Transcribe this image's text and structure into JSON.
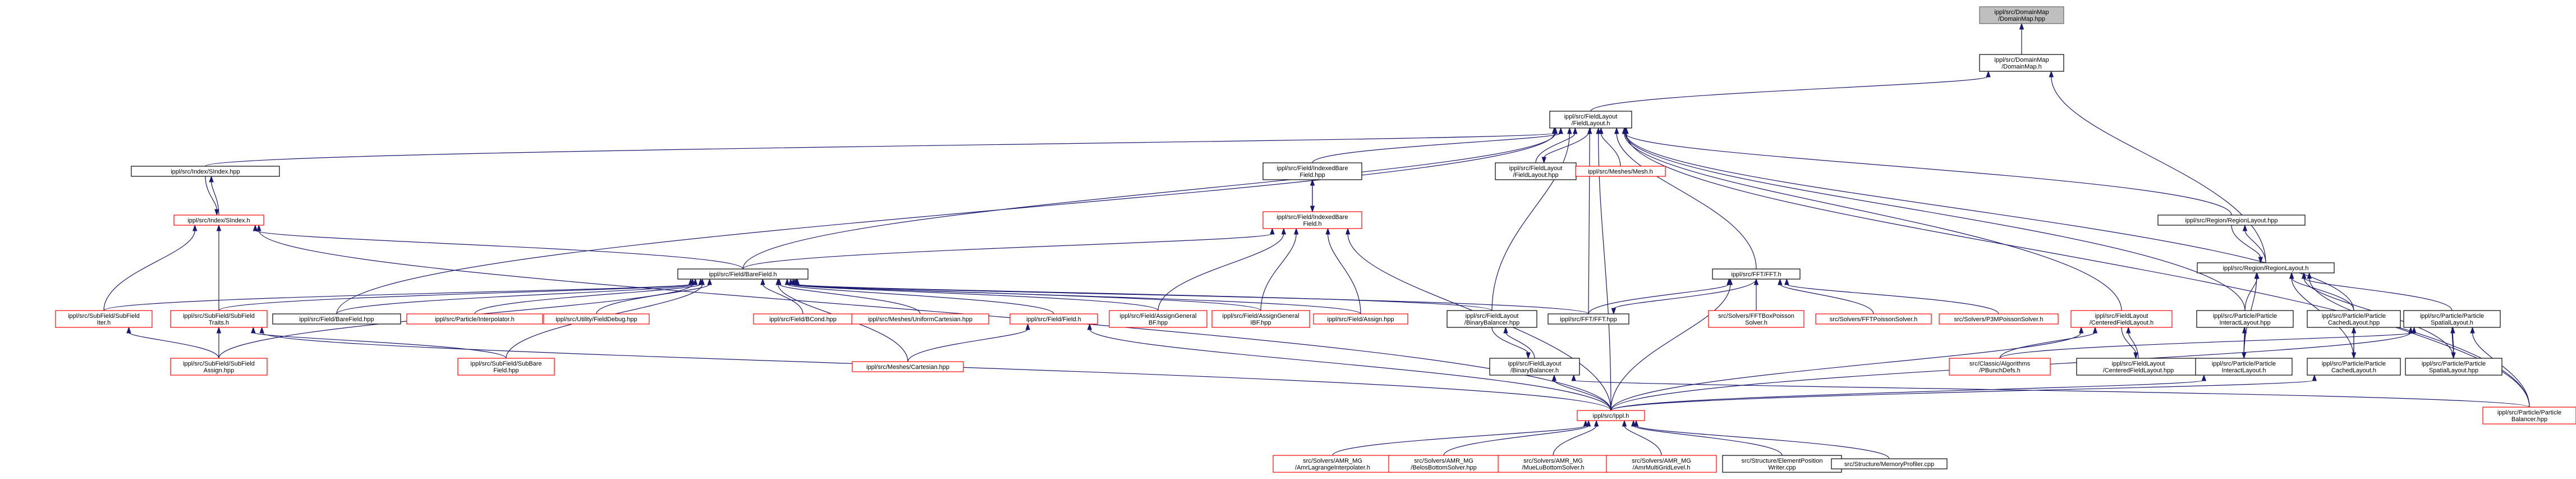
{
  "nodes": [
    {
      "id": "domainmap_hpp",
      "lines": [
        "ippl/src/DomainMap",
        "/DomainMap.hpp"
      ],
      "border": "#666666",
      "fill": "#bfbfbf"
    },
    {
      "id": "domainmap_h",
      "lines": [
        "ippl/src/DomainMap",
        "/DomainMap.h"
      ],
      "border": "#000000",
      "fill": "#ffffff"
    },
    {
      "id": "fieldlayout_h",
      "lines": [
        "ippl/src/FieldLayout",
        "/FieldLayout.h"
      ],
      "border": "#000000",
      "fill": "#ffffff"
    },
    {
      "id": "sindex_hpp",
      "lines": [
        "ippl/src/Index/SIndex.hpp"
      ],
      "border": "#000000",
      "fill": "#ffffff"
    },
    {
      "id": "sindex_h",
      "lines": [
        "ippl/src/Index/SIndex.h"
      ],
      "border": "#ff0000",
      "fill": "#ffffff"
    },
    {
      "id": "indexedbarefield_hpp",
      "lines": [
        "ippl/src/Field/IndexedBare",
        "Field.hpp"
      ],
      "border": "#000000",
      "fill": "#ffffff"
    },
    {
      "id": "indexedbarefield_h",
      "lines": [
        "ippl/src/Field/IndexedBare",
        "Field.h"
      ],
      "border": "#ff0000",
      "fill": "#ffffff"
    },
    {
      "id": "fieldlayout_hpp",
      "lines": [
        "ippl/src/FieldLayout",
        "/FieldLayout.hpp"
      ],
      "border": "#000000",
      "fill": "#ffffff"
    },
    {
      "id": "mesh_h",
      "lines": [
        "ippl/src/Meshes/Mesh.h"
      ],
      "border": "#ff0000",
      "fill": "#ffffff"
    },
    {
      "id": "regionlayout_hpp",
      "lines": [
        "ippl/src/Region/RegionLayout.hpp"
      ],
      "border": "#000000",
      "fill": "#ffffff"
    },
    {
      "id": "regionlayout_h",
      "lines": [
        "ippl/src/Region/RegionLayout.h"
      ],
      "border": "#000000",
      "fill": "#ffffff"
    },
    {
      "id": "barefield_h",
      "lines": [
        "ippl/src/Field/BareField.h"
      ],
      "border": "#000000",
      "fill": "#ffffff"
    },
    {
      "id": "fft_h",
      "lines": [
        "ippl/src/FFT/FFT.h"
      ],
      "border": "#000000",
      "fill": "#ffffff"
    },
    {
      "id": "subfielditer_h",
      "lines": [
        "ippl/src/SubField/SubField",
        "Iter.h"
      ],
      "border": "#ff0000",
      "fill": "#ffffff"
    },
    {
      "id": "subfieldtraits_h",
      "lines": [
        "ippl/src/SubField/SubField",
        "Traits.h"
      ],
      "border": "#ff0000",
      "fill": "#ffffff"
    },
    {
      "id": "barefield_hpp",
      "lines": [
        "ippl/src/Field/BareField.hpp"
      ],
      "border": "#000000",
      "fill": "#ffffff"
    },
    {
      "id": "interpolator_h",
      "lines": [
        "ippl/src/Particle/Interpolator.h"
      ],
      "border": "#ff0000",
      "fill": "#ffffff"
    },
    {
      "id": "fielddebug_hpp",
      "lines": [
        "ippl/src/Utility/FieldDebug.hpp"
      ],
      "border": "#ff0000",
      "fill": "#ffffff"
    },
    {
      "id": "bcond_hpp",
      "lines": [
        "ippl/src/Field/BCond.hpp"
      ],
      "border": "#ff0000",
      "fill": "#ffffff"
    },
    {
      "id": "uniformcartesian_hpp",
      "lines": [
        "ippl/src/Meshes/UniformCartesian.hpp"
      ],
      "border": "#ff0000",
      "fill": "#ffffff"
    },
    {
      "id": "field_h",
      "lines": [
        "ippl/src/Field/Field.h"
      ],
      "border": "#ff0000",
      "fill": "#ffffff"
    },
    {
      "id": "assigngeneralbf_hpp",
      "lines": [
        "ippl/src/Field/AssignGeneral",
        "BF.hpp"
      ],
      "border": "#ff0000",
      "fill": "#ffffff"
    },
    {
      "id": "assigngeneralibf_hpp",
      "lines": [
        "ippl/src/Field/AssignGeneral",
        "IBF.hpp"
      ],
      "border": "#ff0000",
      "fill": "#ffffff"
    },
    {
      "id": "assign_hpp",
      "lines": [
        "ippl/src/Field/Assign.hpp"
      ],
      "border": "#ff0000",
      "fill": "#ffffff"
    },
    {
      "id": "binarybalancer_hpp",
      "lines": [
        "ippl/src/FieldLayout",
        "/BinaryBalancer.hpp"
      ],
      "border": "#000000",
      "fill": "#ffffff"
    },
    {
      "id": "fft_hpp",
      "lines": [
        "ippl/src/FFT/FFT.hpp"
      ],
      "border": "#000000",
      "fill": "#ffffff"
    },
    {
      "id": "ftbpoisson_h",
      "lines": [
        "src/Solvers/FFTBoxPoisson",
        "Solver.h"
      ],
      "border": "#ff0000",
      "fill": "#ffffff"
    },
    {
      "id": "fftpoisson_h",
      "lines": [
        "src/Solvers/FFTPoissonSolver.h"
      ],
      "border": "#ff0000",
      "fill": "#ffffff"
    },
    {
      "id": "p3m_h",
      "lines": [
        "src/Solvers/P3MPoissonSolver.h"
      ],
      "border": "#ff0000",
      "fill": "#ffffff"
    },
    {
      "id": "centeredfieldlayout_h",
      "lines": [
        "ippl/src/FieldLayout",
        "/CenteredFieldLayout.h"
      ],
      "border": "#ff0000",
      "fill": "#ffffff"
    },
    {
      "id": "pinteractlayout_hpp",
      "lines": [
        "ippl/src/Particle/Particle",
        "InteractLayout.hpp"
      ],
      "border": "#000000",
      "fill": "#ffffff"
    },
    {
      "id": "pcachedlayout_hpp",
      "lines": [
        "ippl/src/Particle/Particle",
        "CachedLayout.hpp"
      ],
      "border": "#000000",
      "fill": "#ffffff"
    },
    {
      "id": "pspatiallayout_h",
      "lines": [
        "ippl/src/Particle/Particle",
        "SpatialLayout.h"
      ],
      "border": "#000000",
      "fill": "#ffffff"
    },
    {
      "id": "subfieldassign_hpp",
      "lines": [
        "ippl/src/SubField/SubField",
        "Assign.hpp"
      ],
      "border": "#ff0000",
      "fill": "#ffffff"
    },
    {
      "id": "subbarefield_hpp",
      "lines": [
        "ippl/src/SubField/SubBare",
        "Field.hpp"
      ],
      "border": "#ff0000",
      "fill": "#ffffff"
    },
    {
      "id": "cartesian_hpp",
      "lines": [
        "ippl/src/Meshes/Cartesian.hpp"
      ],
      "border": "#ff0000",
      "fill": "#ffffff"
    },
    {
      "id": "binarybalancer_h",
      "lines": [
        "ippl/src/FieldLayout",
        "/BinaryBalancer.h"
      ],
      "border": "#000000",
      "fill": "#ffffff"
    },
    {
      "id": "pbunchdefs_h",
      "lines": [
        "src/Classic/Algorithms",
        "/PBunchDefs.h"
      ],
      "border": "#ff0000",
      "fill": "#ffffff"
    },
    {
      "id": "centeredfieldlayout_hpp",
      "lines": [
        "ippl/src/FieldLayout",
        "/CenteredFieldLayout.hpp"
      ],
      "border": "#000000",
      "fill": "#ffffff"
    },
    {
      "id": "pinteractlayout_h",
      "lines": [
        "ippl/src/Particle/Particle",
        "InteractLayout.h"
      ],
      "border": "#000000",
      "fill": "#ffffff"
    },
    {
      "id": "pcachedlayout_h",
      "lines": [
        "ippl/src/Particle/Particle",
        "CachedLayout.h"
      ],
      "border": "#000000",
      "fill": "#ffffff"
    },
    {
      "id": "pspatiallayout_hpp",
      "lines": [
        "ippl/src/Particle/Particle",
        "SpatialLayout.hpp"
      ],
      "border": "#000000",
      "fill": "#ffffff"
    },
    {
      "id": "pbalancer_hpp",
      "lines": [
        "ippl/src/Particle/Particle",
        "Balancer.hpp"
      ],
      "border": "#ff0000",
      "fill": "#ffffff"
    },
    {
      "id": "ippl_h",
      "lines": [
        "ippl/src/Ippl.h"
      ],
      "border": "#ff0000",
      "fill": "#ffffff"
    },
    {
      "id": "amrlagrange_h",
      "lines": [
        "src/Solvers/AMR_MG",
        "/AmrLagrangeInterpolater.h"
      ],
      "border": "#ff0000",
      "fill": "#ffffff"
    },
    {
      "id": "bottomsolver_h",
      "lines": [
        "src/Solvers/AMR_MG",
        "/BelosBottomSolver.hpp"
      ],
      "border": "#ff0000",
      "fill": "#ffffff"
    },
    {
      "id": "mueluatom_h",
      "lines": [
        "src/Solvers/AMR_MG",
        "/MueLuBottomSolver.h"
      ],
      "border": "#ff0000",
      "fill": "#ffffff"
    },
    {
      "id": "amrmultigrid_h",
      "lines": [
        "src/Solvers/AMR_MG",
        "/AmrMultiGridLevel.h"
      ],
      "border": "#ff0000",
      "fill": "#ffffff"
    },
    {
      "id": "elementpos_cpp",
      "lines": [
        "src/Structure/ElementPosition",
        "Writer.cpp"
      ],
      "border": "#000000",
      "fill": "#ffffff"
    },
    {
      "id": "memprofiler_cpp",
      "lines": [
        "src/Structure/MemoryProfiler.cpp"
      ],
      "border": "#000000",
      "fill": "#ffffff"
    }
  ],
  "edges": [
    [
      "domainmap_h",
      "domainmap_hpp"
    ],
    [
      "fieldlayout_h",
      "domainmap_h"
    ],
    [
      "regionlayout_h",
      "domainmap_h"
    ],
    [
      "sindex_hpp",
      "fieldlayout_h"
    ],
    [
      "indexedbarefield_hpp",
      "fieldlayout_h"
    ],
    [
      "fieldlayout_hpp",
      "fieldlayout_h"
    ],
    [
      "mesh_h",
      "fieldlayout_h"
    ],
    [
      "regionlayout_hpp",
      "fieldlayout_h"
    ],
    [
      "barefield_h",
      "fieldlayout_h"
    ],
    [
      "fft_h",
      "fieldlayout_h"
    ],
    [
      "fft_hpp",
      "fieldlayout_h"
    ],
    [
      "barefield_hpp",
      "fieldlayout_h"
    ],
    [
      "binarybalancer_hpp",
      "fieldlayout_h"
    ],
    [
      "centeredfieldlayout_h",
      "fieldlayout_h"
    ],
    [
      "pinteractlayout_hpp",
      "fieldlayout_h"
    ],
    [
      "pcachedlayout_hpp",
      "fieldlayout_h"
    ],
    [
      "pbalancer_hpp",
      "fieldlayout_h"
    ],
    [
      "ippl_h",
      "fieldlayout_h"
    ],
    [
      "fieldlayout_h",
      "fieldlayout_hpp"
    ],
    [
      "sindex_h",
      "sindex_hpp"
    ],
    [
      "sindex_hpp",
      "sindex_h"
    ],
    [
      "indexedbarefield_h",
      "indexedbarefield_hpp"
    ],
    [
      "indexedbarefield_hpp",
      "indexedbarefield_h"
    ],
    [
      "regionlayout_h",
      "regionlayout_hpp"
    ],
    [
      "regionlayout_hpp",
      "regionlayout_h"
    ],
    [
      "barefield_h",
      "sindex_h"
    ],
    [
      "subfielditer_h",
      "sindex_h"
    ],
    [
      "subfieldtraits_h",
      "sindex_h"
    ],
    [
      "ippl_h",
      "sindex_h"
    ],
    [
      "barefield_h",
      "indexedbarefield_h"
    ],
    [
      "assigngeneralbf_hpp",
      "indexedbarefield_h"
    ],
    [
      "assigngeneralibf_hpp",
      "indexedbarefield_h"
    ],
    [
      "assign_hpp",
      "indexedbarefield_h"
    ],
    [
      "ippl_h",
      "indexedbarefield_h"
    ],
    [
      "subfielditer_h",
      "barefield_h"
    ],
    [
      "subfieldtraits_h",
      "barefield_h"
    ],
    [
      "barefield_hpp",
      "barefield_h"
    ],
    [
      "interpolator_h",
      "barefield_h"
    ],
    [
      "fielddebug_hpp",
      "barefield_h"
    ],
    [
      "bcond_hpp",
      "barefield_h"
    ],
    [
      "uniformcartesian_hpp",
      "barefield_h"
    ],
    [
      "field_h",
      "barefield_h"
    ],
    [
      "assigngeneralbf_hpp",
      "barefield_h"
    ],
    [
      "assigngeneralibf_hpp",
      "barefield_h"
    ],
    [
      "assign_hpp",
      "barefield_h"
    ],
    [
      "binarybalancer_hpp",
      "barefield_h"
    ],
    [
      "fft_hpp",
      "barefield_h"
    ],
    [
      "subfieldassign_hpp",
      "barefield_h"
    ],
    [
      "subbarefield_hpp",
      "barefield_h"
    ],
    [
      "cartesian_hpp",
      "barefield_h"
    ],
    [
      "fft_hpp",
      "fft_h"
    ],
    [
      "ftbpoisson_h",
      "fft_h"
    ],
    [
      "fftpoisson_h",
      "fft_h"
    ],
    [
      "p3m_h",
      "fft_h"
    ],
    [
      "ippl_h",
      "fft_h"
    ],
    [
      "fft_h",
      "fft_hpp"
    ],
    [
      "subfieldassign_hpp",
      "subfielditer_h"
    ],
    [
      "subfieldassign_hpp",
      "subfieldtraits_h"
    ],
    [
      "subbarefield_hpp",
      "subfieldtraits_h"
    ],
    [
      "ippl_h",
      "subfieldtraits_h"
    ],
    [
      "cartesian_hpp",
      "field_h"
    ],
    [
      "ippl_h",
      "field_h"
    ],
    [
      "binarybalancer_h",
      "binarybalancer_hpp"
    ],
    [
      "binarybalancer_hpp",
      "binarybalancer_h"
    ],
    [
      "ippl_h",
      "binarybalancer_h"
    ],
    [
      "pbalancer_hpp",
      "binarybalancer_h"
    ],
    [
      "pbunchdefs_h",
      "centeredfieldlayout_h"
    ],
    [
      "centeredfieldlayout_hpp",
      "centeredfieldlayout_h"
    ],
    [
      "ippl_h",
      "centeredfieldlayout_h"
    ],
    [
      "centeredfieldlayout_h",
      "centeredfieldlayout_hpp"
    ],
    [
      "pinteractlayout_hpp",
      "regionlayout_h"
    ],
    [
      "pcachedlayout_hpp",
      "regionlayout_h"
    ],
    [
      "pspatiallayout_h",
      "regionlayout_h"
    ],
    [
      "pinteractlayout_h",
      "regionlayout_h"
    ],
    [
      "pcachedlayout_h",
      "regionlayout_h"
    ],
    [
      "pspatiallayout_hpp",
      "regionlayout_h"
    ],
    [
      "pbalancer_hpp",
      "regionlayout_h"
    ],
    [
      "pbunchdefs_h",
      "pspatiallayout_h"
    ],
    [
      "pinteractlayout_h",
      "pinteractlayout_hpp"
    ],
    [
      "pinteractlayout_hpp",
      "pinteractlayout_h"
    ],
    [
      "pcachedlayout_h",
      "pcachedlayout_hpp"
    ],
    [
      "pcachedlayout_hpp",
      "pcachedlayout_h"
    ],
    [
      "pspatiallayout_hpp",
      "pspatiallayout_h"
    ],
    [
      "pspatiallayout_h",
      "pspatiallayout_hpp"
    ],
    [
      "ippl_h",
      "pinteractlayout_h"
    ],
    [
      "ippl_h",
      "pcachedlayout_h"
    ],
    [
      "ippl_h",
      "pspatiallayout_h"
    ],
    [
      "pbalancer_hpp",
      "pspatiallayout_h"
    ],
    [
      "amrlagrange_h",
      "ippl_h"
    ],
    [
      "bottomsolver_h",
      "ippl_h"
    ],
    [
      "mueluatom_h",
      "ippl_h"
    ],
    [
      "amrmultigrid_h",
      "ippl_h"
    ],
    [
      "elementpos_cpp",
      "ippl_h"
    ],
    [
      "memprofiler_cpp",
      "ippl_h"
    ]
  ]
}
